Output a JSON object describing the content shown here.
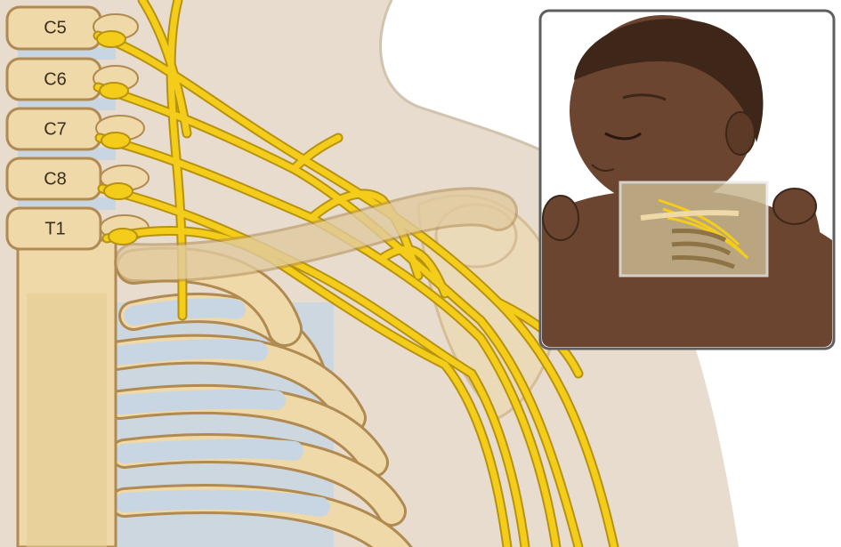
{
  "vertebra_labels": [
    "C5",
    "C6",
    "C7",
    "C8",
    "T1"
  ],
  "colors": {
    "background": "#ffffff",
    "skin_tone_adult": "#e7dccd",
    "bone": "#efd9a8",
    "bone_outline": "#b08a50",
    "cartilage": "#c7d6e2",
    "nerve": "#f4cc1a",
    "nerve_outline": "#b79210",
    "infant_skin": "#6b4530",
    "inset_frame": "#5f5f5f"
  },
  "icons": [
    "spine",
    "ribcage",
    "clavicle",
    "brachial-plexus-nerves",
    "infant-inset",
    "highlight-box"
  ]
}
